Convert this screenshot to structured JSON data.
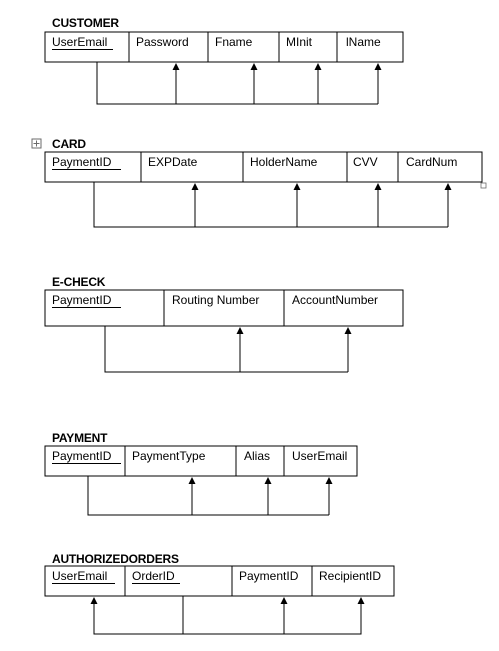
{
  "tables": [
    {
      "id": "customer",
      "name": "CUSTOMER",
      "fields": [
        {
          "label": "UserEmail",
          "key": true
        },
        {
          "label": "Password",
          "key": false
        },
        {
          "label": "Fname",
          "key": false
        },
        {
          "label": "MInit",
          "key": false
        },
        {
          "label": "lName",
          "key": false
        }
      ],
      "dependency": {
        "from": 0,
        "to": [
          1,
          2,
          3,
          4
        ]
      }
    },
    {
      "id": "card",
      "name": "CARD",
      "fields": [
        {
          "label": "PaymentID",
          "key": true
        },
        {
          "label": "EXPDate",
          "key": false
        },
        {
          "label": "HolderName",
          "key": false
        },
        {
          "label": "CVV",
          "key": false
        },
        {
          "label": "CardNum",
          "key": false
        }
      ],
      "dependency": {
        "from": 0,
        "to": [
          1,
          2,
          3,
          4
        ]
      }
    },
    {
      "id": "e-check",
      "name": "E-CHECK",
      "fields": [
        {
          "label": "PaymentID",
          "key": true
        },
        {
          "label": "Routing Number",
          "key": false
        },
        {
          "label": "AccountNumber",
          "key": false
        }
      ],
      "dependency": {
        "from": 0,
        "to": [
          1,
          2
        ]
      }
    },
    {
      "id": "payment",
      "name": "PAYMENT",
      "fields": [
        {
          "label": "PaymentID",
          "key": true
        },
        {
          "label": "PaymentType",
          "key": false
        },
        {
          "label": "Alias",
          "key": false
        },
        {
          "label": "UserEmail",
          "key": false
        }
      ],
      "dependency": {
        "from": 0,
        "to": [
          1,
          2,
          3
        ]
      }
    },
    {
      "id": "authorizedorders",
      "name": "AUTHORIZEDORDERS",
      "fields": [
        {
          "label": "UserEmail",
          "key": true
        },
        {
          "label": "OrderID",
          "key": true
        },
        {
          "label": "PaymentID",
          "key": false
        },
        {
          "label": "RecipientID",
          "key": false
        }
      ],
      "dependency": {
        "from": 1,
        "to": [
          0,
          2,
          3
        ]
      }
    }
  ]
}
